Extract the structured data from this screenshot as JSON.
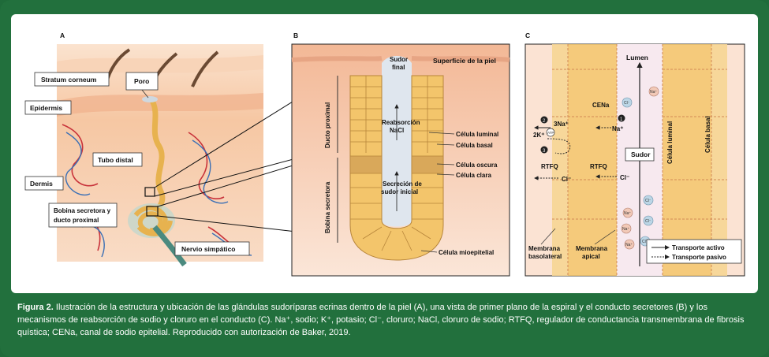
{
  "panels": {
    "a": {
      "letter": "A",
      "labels": {
        "stratum": "Stratum corneum",
        "poro": "Poro",
        "epidermis": "Epidermis",
        "tubo_distal": "Tubo distal",
        "dermis": "Dermis",
        "bobina_1": "Bobina secretora y",
        "bobina_2": "ducto proximal",
        "nervio": "Nervio simpático"
      }
    },
    "b": {
      "letter": "B",
      "labels": {
        "superficie": "Superficie de la piel",
        "sudor_final_1": "Sudor",
        "sudor_final_2": "final",
        "reabsorcion_1": "Reabsorción",
        "reabsorcion_2": "NaCl",
        "secrecion_1": "Secreción de",
        "secrecion_2": "sudor inicial",
        "ducto_proximal": "Ducto proximal",
        "bobina_secretora": "Bobina secretora",
        "celula_luminal": "Célula luminal",
        "celula_basal": "Célula basal",
        "celula_oscura": "Célula oscura",
        "celula_clara": "Célula clara",
        "celula_mioepitelial": "Célula mioepitelial"
      }
    },
    "c": {
      "letter": "C",
      "labels": {
        "lumen": "Lumen",
        "cena": "CENa",
        "na_plus": "Na⁺",
        "three_na": "3Na⁺",
        "two_k": "2K⁺",
        "atp": "ATP",
        "sudor": "Sudor",
        "rtfq_left": "RTFQ",
        "rtfq_right": "RTFQ",
        "cl_left": "Cl⁻",
        "cl_right": "Cl⁻",
        "celula_luminal": "Célula luminal",
        "celula_basal": "Célula basal",
        "membrana_baso_1": "Membrana",
        "membrana_baso_2": "basolateral",
        "membrana_apical_1": "Membrana",
        "membrana_apical_2": "apical",
        "n1": "1",
        "n2": "2",
        "n3": "3",
        "legend_activo": "Transporte activo",
        "legend_pasivo": "Transporte pasivo",
        "ion_na": "Na⁺",
        "ion_cl": "Cl⁻"
      }
    }
  },
  "caption": {
    "lead": "Figura 2.",
    "text": " Ilustración de la estructura y ubicación de las glándulas sudoríparas ecrinas dentro de la piel (A), una vista de primer plano de la espiral y el conducto secretores (B) y los mecanismos de reabsorción de sodio y cloruro en el conducto (C). Na⁺, sodio; K⁺, potasio; Cl⁻, cloruro; NaCl, cloruro de sodio; RTFQ, regulador de conductancia transmembrana de fibrosis quística; CENa, canal de sodio epitelial. Reproducido con autorización de Baker, 2019."
  },
  "colors": {
    "frame": "#22703d",
    "skin": "#f6c9a4",
    "cell": "#f3c56b",
    "cell_dark": "#d9a85a",
    "lumen": "#dfe6ee",
    "vessel_red": "#c8323a",
    "vessel_blue": "#3a6fb5"
  }
}
